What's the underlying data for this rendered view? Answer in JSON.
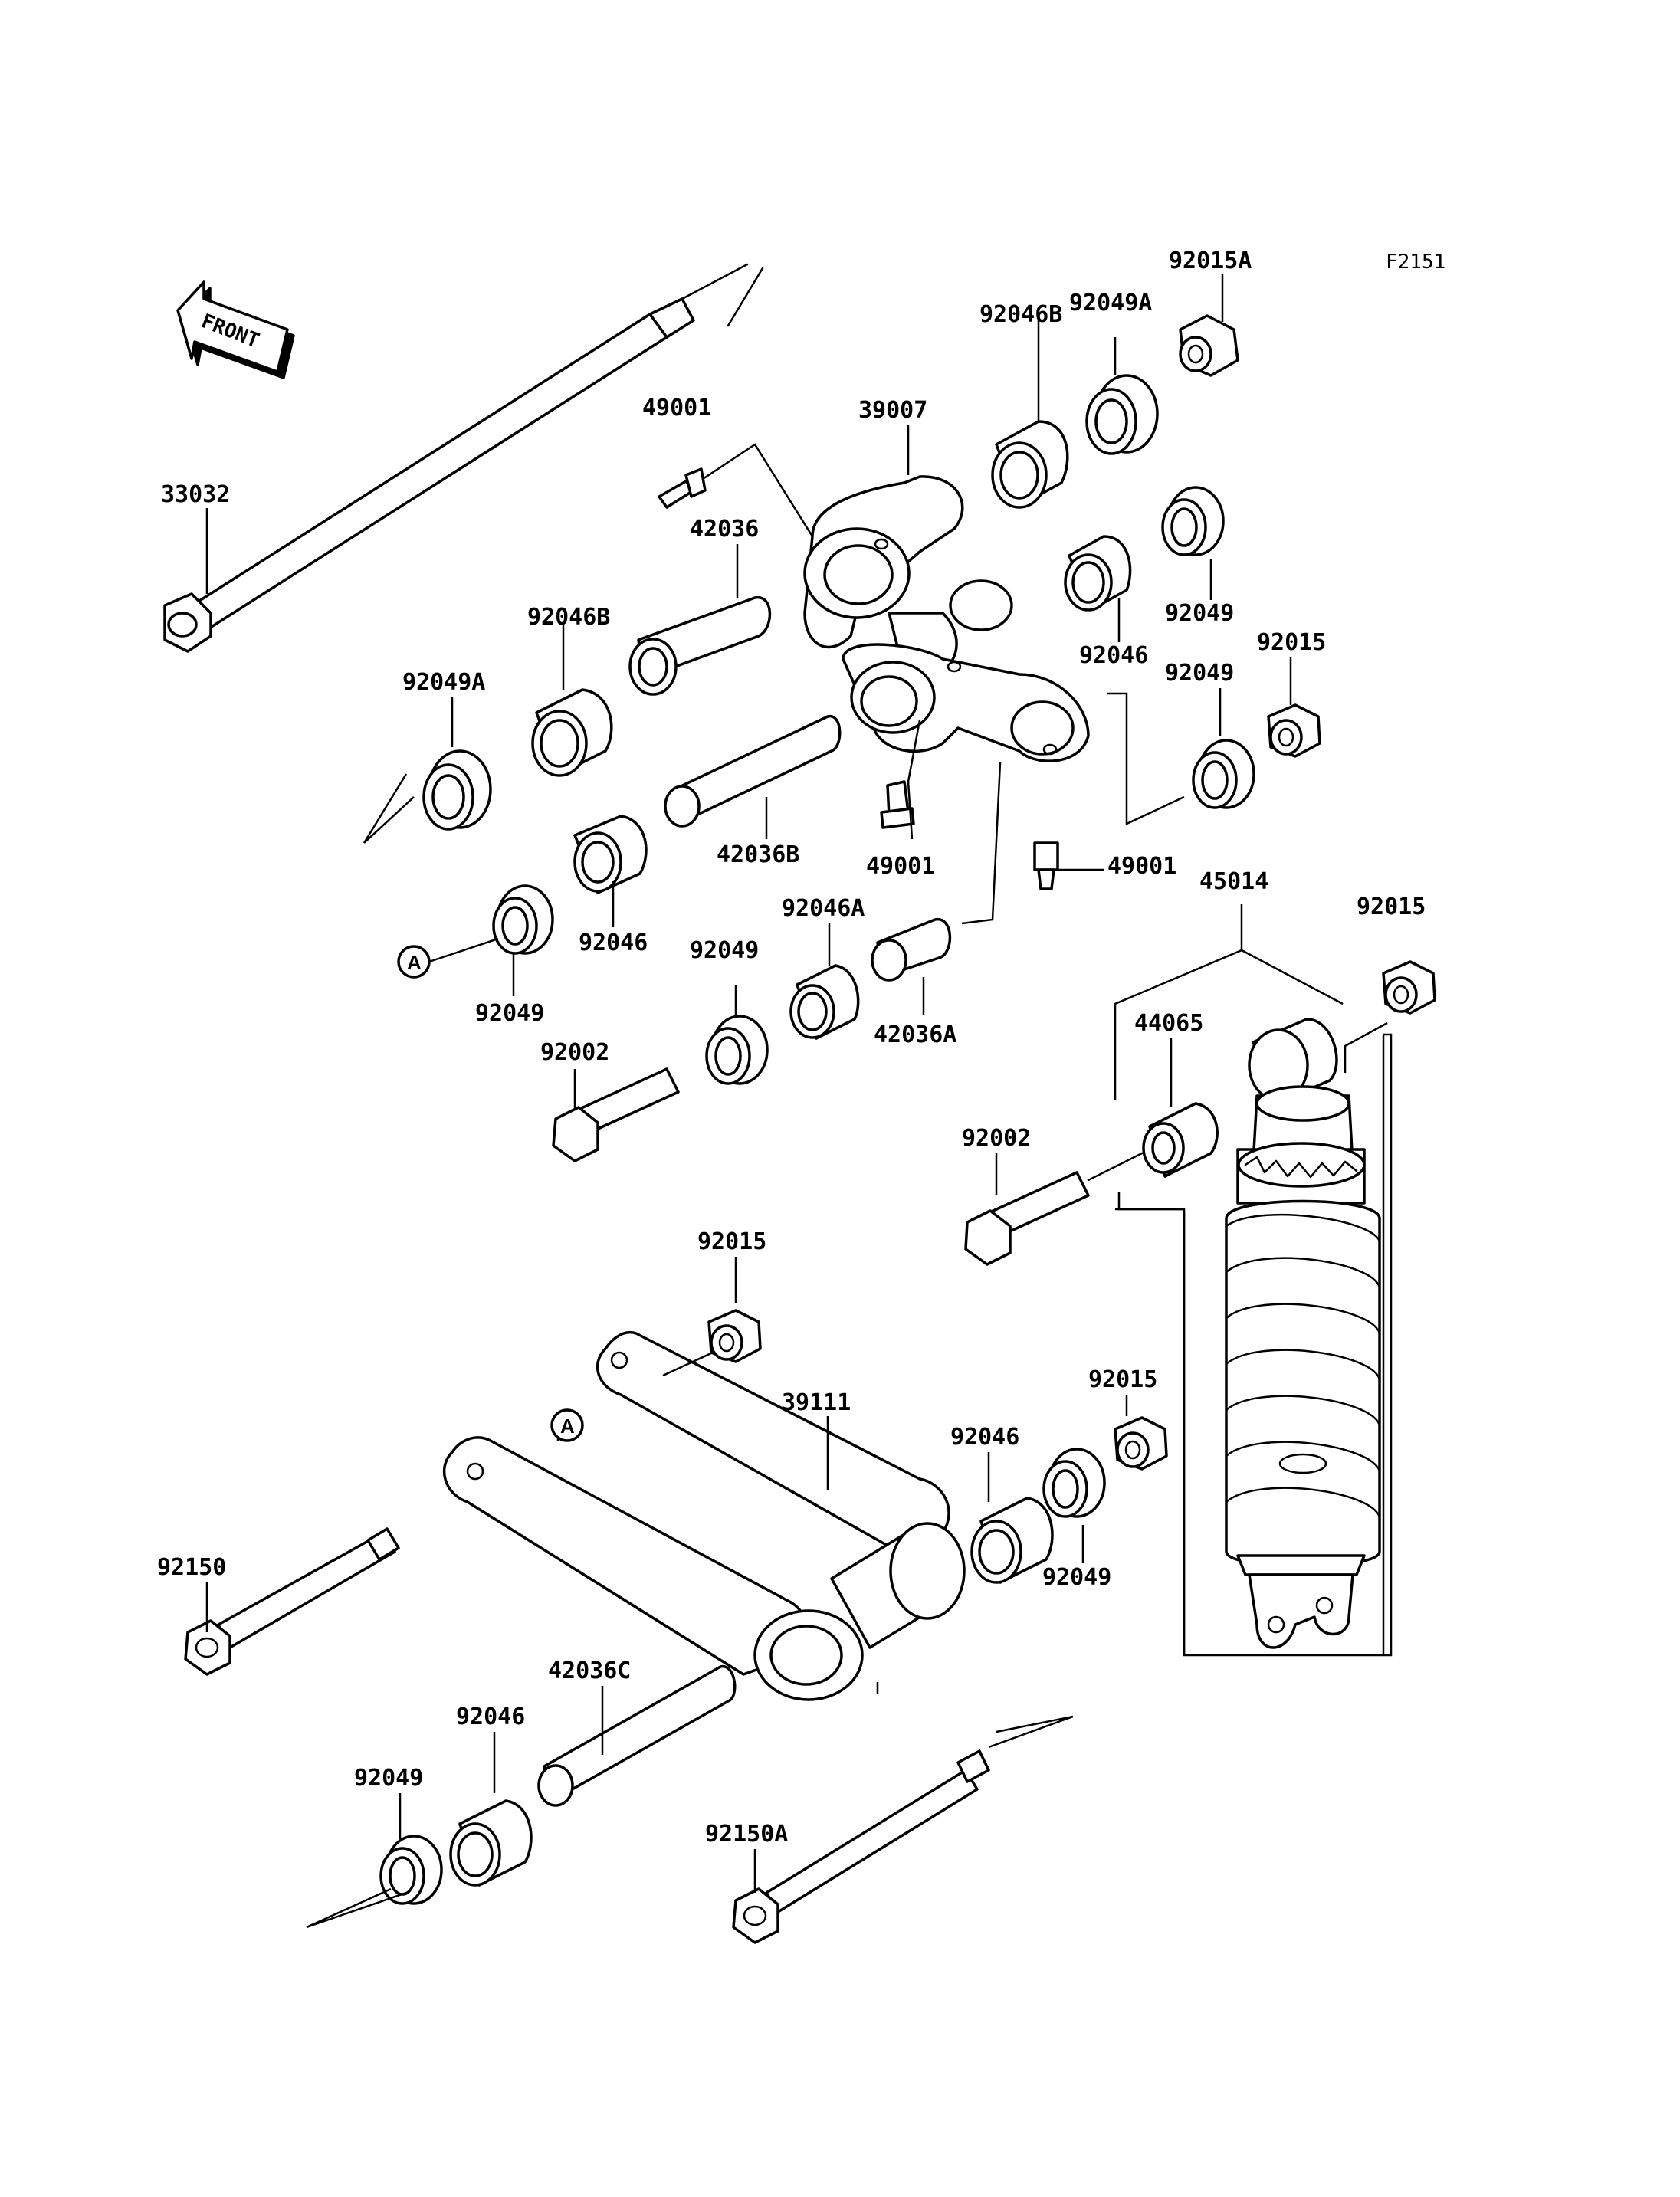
{
  "figure_code": "F2151",
  "front_label": "FRONT",
  "ref_marker": "A",
  "parts": {
    "p33032": "33032",
    "p92150": "92150",
    "p92150A": "92150A",
    "p39007": "39007",
    "p39111": "39111",
    "p42036": "42036",
    "p42036A": "42036A",
    "p42036B": "42036B",
    "p42036C": "42036C",
    "p44065": "44065",
    "p45014": "45014",
    "p49001": "49001",
    "p92002": "92002",
    "p92015": "92015",
    "p92015A": "92015A",
    "p92046": "92046",
    "p92046A": "92046A",
    "p92046B": "92046B",
    "p92049": "92049",
    "p92049A": "92049A"
  }
}
